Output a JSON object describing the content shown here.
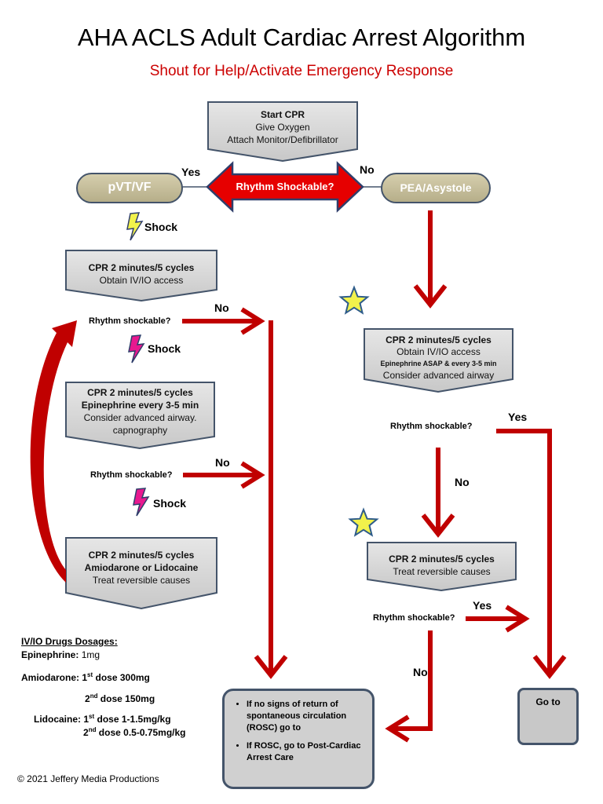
{
  "title": "AHA ACLS Adult Cardiac Arrest Algorithm",
  "subtitle": "Shout for Help/Activate Emergency Response",
  "start_box": [
    "Start CPR",
    "Give Oxygen",
    "Attach Monitor/Defibrillator"
  ],
  "decision": "Rhythm Shockable?",
  "yes": "Yes",
  "no": "No",
  "left_pill": "pVT/VF",
  "right_pill": "PEA/Asystole",
  "shock": "Shock",
  "rhythm_q": "Rhythm shockable?",
  "left_boxes": [
    [
      "CPR 2 minutes/5 cycles",
      "Obtain IV/IO access"
    ],
    [
      "CPR 2 minutes/5 cycles",
      "Epinephrine every 3-5 min",
      "Consider advanced airway.",
      "capnography"
    ],
    [
      "CPR 2 minutes/5 cycles",
      "Amiodarone or Lidocaine",
      "Treat reversible causes"
    ]
  ],
  "right_boxes": [
    {
      "line1": "CPR 2 minutes/5 cycles",
      "line2": "Obtain IV/IO access",
      "line3": "Epinephrine ASAP & every 3-5 min",
      "line4": "Consider advanced airway"
    },
    {
      "line1": "CPR 2 minutes/5 cycles",
      "line2": "Treat reversible causes"
    }
  ],
  "final_box": [
    "If no signs of return of spontaneous circulation (ROSC) go to",
    "If ROSC, go to Post-Cardiac Arrest Care"
  ],
  "goto": "Go to",
  "drugs": {
    "heading": "IV/IO Drugs Dosages",
    "heading_colon": ":",
    "epi_label": "Epinephrine:",
    "epi_dose": "1mg",
    "amio_label": "Amiodarone:",
    "amio_1_pre": "1",
    "amio_1_sup": "st",
    "amio_1_post": " dose 300mg",
    "amio_2_pre": "2",
    "amio_2_sup": "nd",
    "amio_2_post": " dose 150mg",
    "lido_label": "Lidocaine:",
    "lido_1_pre": "1",
    "lido_1_sup": "st",
    "lido_1_post": " dose 1-1.5mg/kg",
    "lido_2_pre": "2",
    "lido_2_sup": "nd",
    "lido_2_post": " dose 0.5-0.75mg/kg"
  },
  "copyright": "© 2021   Jeffery Media Productions",
  "colors": {
    "arrow": "#c00000",
    "box_fill": "#d9d9d9",
    "box_border": "#44546a",
    "pill_fill": "#c4bd97",
    "star": "#f2f24b",
    "star_border": "#2e5c8a",
    "bolt_fill": "#e8188f",
    "bolt_yellow": "#f2f24b"
  }
}
